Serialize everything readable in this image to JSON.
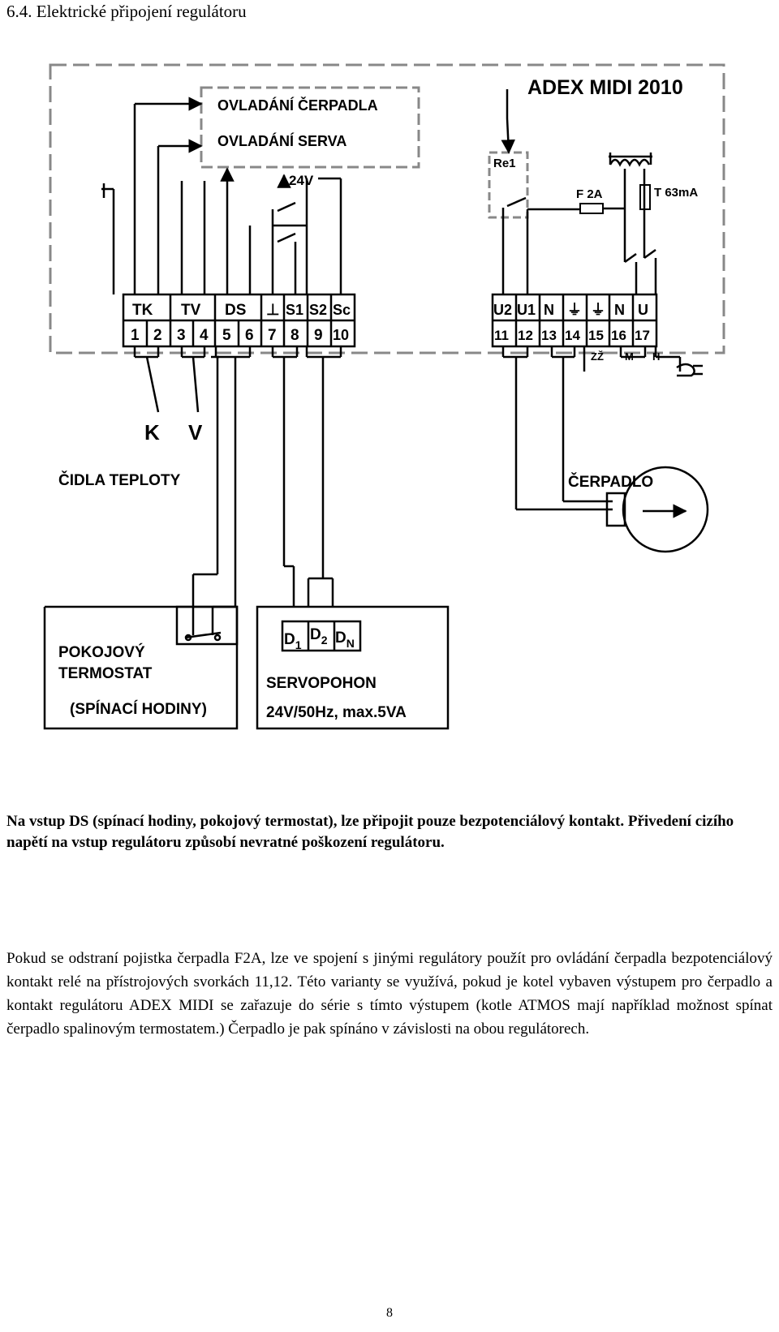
{
  "section_heading": "6.4. Elektrické připojení regulátoru",
  "diagram": {
    "device_name": "ADEX MIDI 2010",
    "ctrl_pump": "OVLADÁNÍ ČERPADLA",
    "ctrl_servo": "OVLADÁNÍ SERVA",
    "voltage_24v": "24V",
    "relay": "Re1",
    "fuse_pump": "F 2A",
    "fuse_transformer": "T 63mA",
    "terminal_labels_left": [
      "TK",
      "TV",
      "DS",
      "⊥",
      "S1",
      "S2",
      "Sc"
    ],
    "terminal_numbers_left": [
      "1",
      "2",
      "3",
      "4",
      "5",
      "6",
      "7",
      "8",
      "9",
      "10"
    ],
    "terminal_labels_right": [
      "U2",
      "U1",
      "N",
      "⏚",
      "⏚",
      "N",
      "U"
    ],
    "terminal_numbers_right": [
      "11",
      "12",
      "13",
      "14",
      "15",
      "16",
      "17"
    ],
    "wire_colors": [
      "ZŽ",
      "M",
      "H"
    ],
    "sensor_k": "K",
    "sensor_v": "V",
    "sensors_label": "ČIDLA TEPLOTY",
    "pump_label": "ČERPADLO",
    "thermostat_line1": "POKOJOVÝ",
    "thermostat_line2": "TERMOSTAT",
    "thermostat_line3": "(SPÍNACÍ HODINY)",
    "servo_d1": "D",
    "servo_d1_sub": "1",
    "servo_d2": "D",
    "servo_d2_sub": "2",
    "servo_dn": "D",
    "servo_dn_sub": "N",
    "servo_line1": "SERVOPOHON",
    "servo_line2": "24V/50Hz, max.5VA"
  },
  "warning_text": "Na vstup DS (spínací hodiny, pokojový termostat), lze připojit pouze bezpotenciálový kontakt. Přivedení cizího napětí na vstup regulátoru způsobí nevratné poškození regulátoru.",
  "body_text": "Pokud se odstraní pojistka čerpadla F2A, lze ve spojení s jinými regulátory použít pro ovládání čerpadla bezpotenciálový kontakt relé na přístrojových svorkách 11,12. Této varianty se využívá, pokud je kotel vybaven výstupem pro čerpadlo a kontakt regulátoru ADEX MIDI se zařazuje do série s tímto výstupem (kotle ATMOS mají například možnost spínat čerpadlo spalinovým termostatem.) Čerpadlo je pak spínáno v závislosti na obou regulátorech.",
  "page_number": "8"
}
